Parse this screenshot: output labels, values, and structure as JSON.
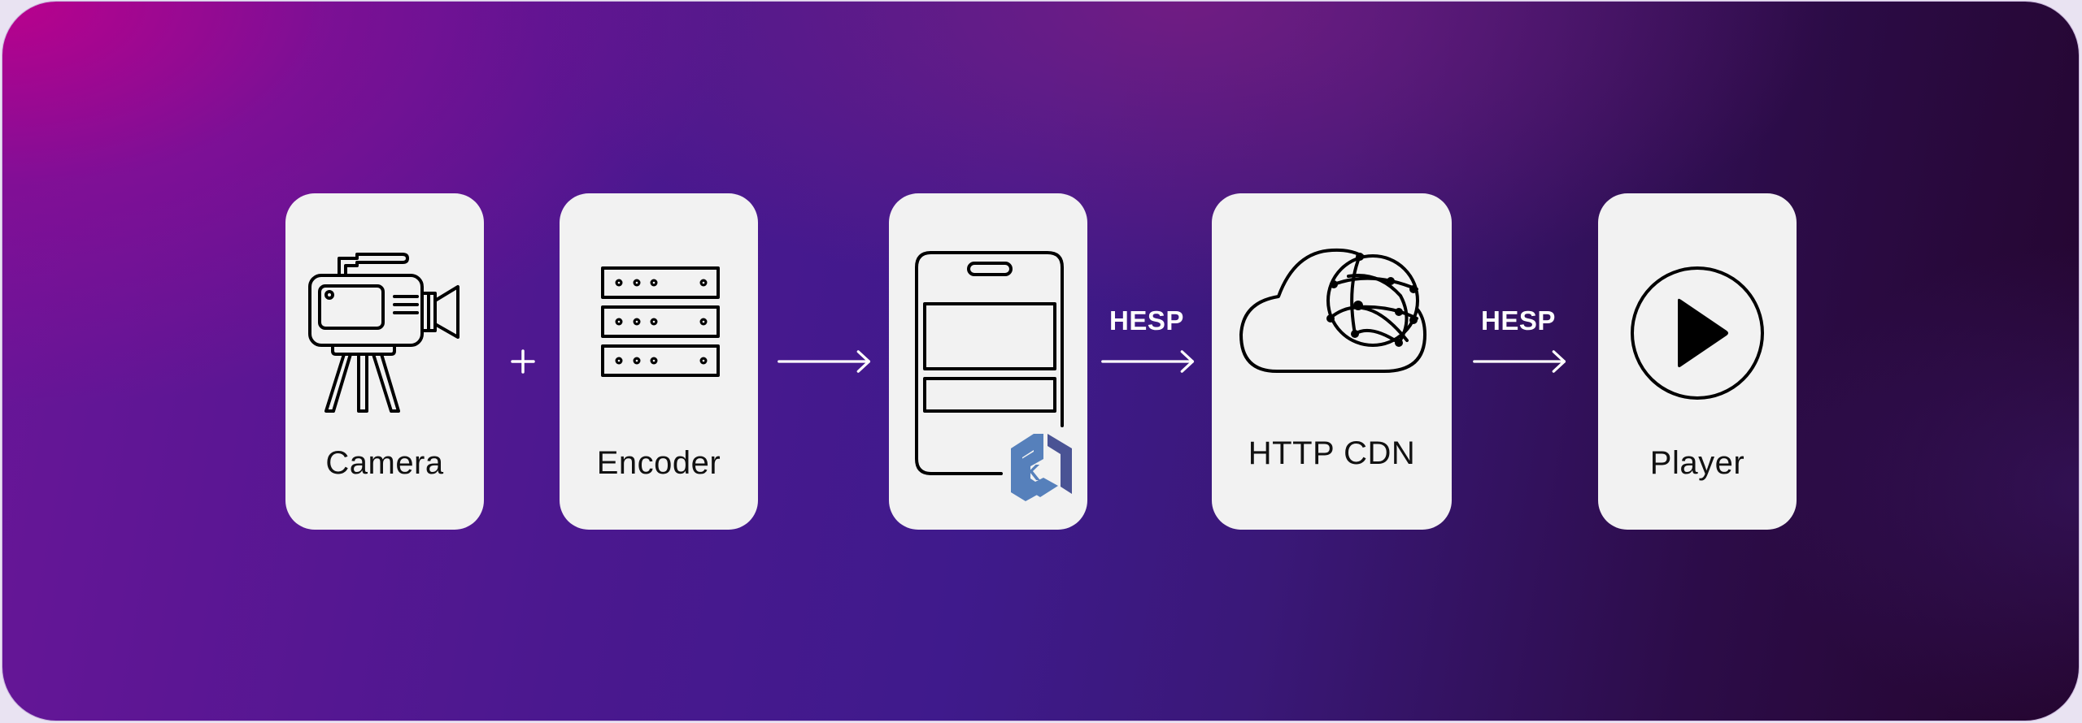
{
  "diagram": {
    "colors": {
      "background_start": "#b8008f",
      "background_mid": "#3f1a8c",
      "background_end": "#24052e",
      "card_fill": "#f2f2f2",
      "icon_stroke": "#000000",
      "connector": "#ffffff",
      "k8s_light": "#5680bb",
      "k8s_dark": "#4a5394"
    },
    "nodes": [
      {
        "id": "camera",
        "label": "Camera",
        "icon": "video-camera-tripod-icon"
      },
      {
        "id": "encoder",
        "label": "Encoder",
        "icon": "server-rack-icon"
      },
      {
        "id": "origin",
        "label": "",
        "icon": "phone-kubernetes-icon"
      },
      {
        "id": "cdn",
        "label": "HTTP CDN",
        "icon": "cloud-network-icon"
      },
      {
        "id": "player",
        "label": "Player",
        "icon": "play-circle-icon"
      }
    ],
    "connectors": [
      {
        "from": "camera",
        "to": "encoder",
        "symbol": "+",
        "label": ""
      },
      {
        "from": "encoder",
        "to": "origin",
        "symbol": "→",
        "label": ""
      },
      {
        "from": "origin",
        "to": "cdn",
        "symbol": "→",
        "label": "HESP"
      },
      {
        "from": "cdn",
        "to": "player",
        "symbol": "→",
        "label": "HESP"
      }
    ]
  }
}
